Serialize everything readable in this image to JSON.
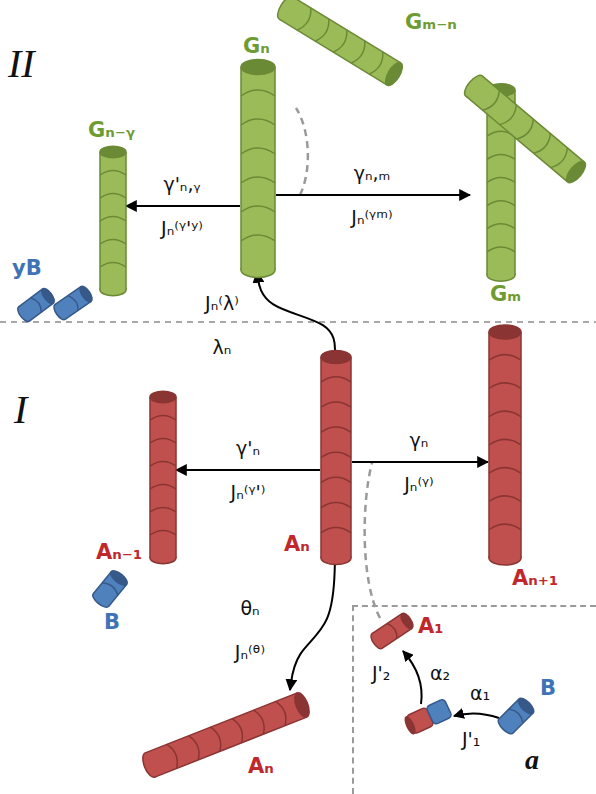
{
  "diagram": {
    "nodes": [
      {
        "text": [
          "Gₘ₋ₙ"
        ]
      },
      {
        "text": [
          "Gₙ₋ᵧ"
        ]
      },
      {
        "text": [
          "Gₙ"
        ]
      },
      {
        "text": [
          "Gₘ"
        ]
      },
      {
        "text": [
          "yB"
        ]
      },
      {
        "text": [
          "Aₙ₋₁"
        ]
      },
      {
        "text": [
          "Aₙ"
        ]
      },
      {
        "text": [
          "Aₙ₊₁"
        ]
      },
      {
        "text": [
          "B"
        ]
      },
      {
        "text": [
          "Aₙ"
        ]
      },
      {
        "text": [
          "a"
        ]
      },
      {
        "text": [
          "A₁"
        ],
        "in": 10
      },
      {
        "text": [
          "B"
        ],
        "in": 10
      }
    ],
    "edges": [
      {
        "from": 2,
        "to": 1,
        "label": "γ'ₙ,ᵧ Jₙ⁽ᵞ'ʸ⁾",
        "arrow": "to"
      },
      {
        "from": 2,
        "to": 3,
        "label": "γₙ,ₘ Jₙ⁽ᵞᵐ⁾",
        "arrow": "to"
      },
      {
        "from": 6,
        "to": 2,
        "label": "Jₙ⁽λ⁾ λₙ",
        "arrow": "to"
      },
      {
        "from": 6,
        "to": 5,
        "label": "γ'ₙ Jₙ⁽ᵞ'⁾",
        "arrow": "to"
      },
      {
        "from": 6,
        "to": 7,
        "label": "γₙ Jₙ⁽ᵞ⁾",
        "arrow": "to"
      },
      {
        "from": 6,
        "to": 9,
        "label": "θₙ Jₙ⁽ᶿ⁾",
        "arrow": "to"
      }
    ],
    "labels": [
      "II",
      "I",
      "J'₂",
      "α₂",
      "α₁",
      "J'₁"
    ]
  }
}
